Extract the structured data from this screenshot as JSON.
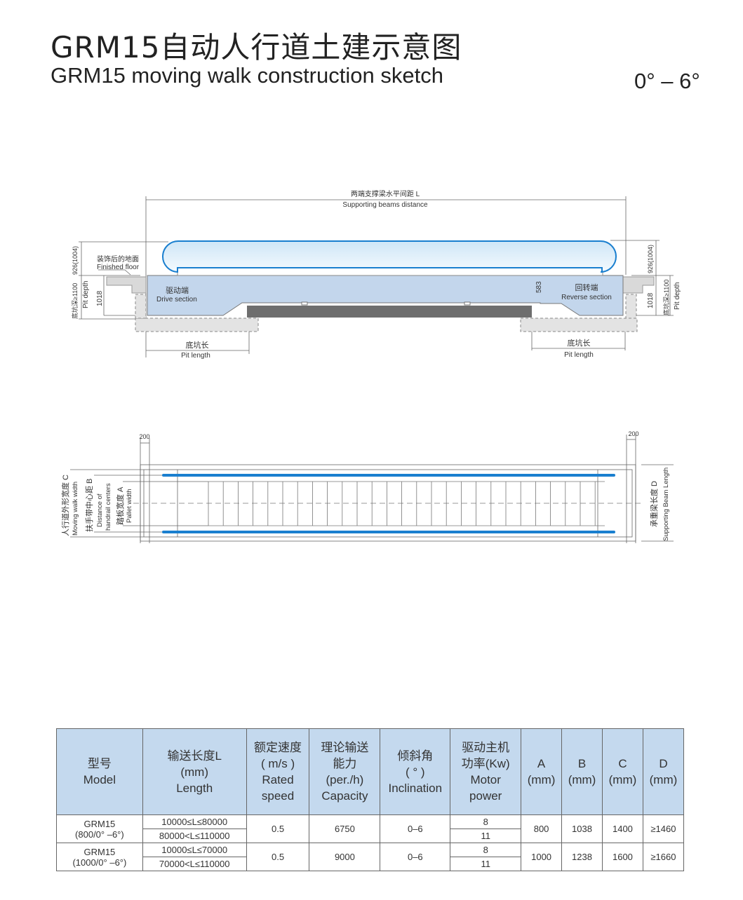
{
  "header": {
    "title_cn": "GRM15自动人行道土建示意图",
    "title_en": "GRM15 moving walk construction sketch",
    "angle_range": "0° – 6°"
  },
  "side_view": {
    "supporting_cn": "两端支撑梁水平间距 L",
    "supporting_en": "Supporting beams distance",
    "finished_cn": "装饰后的地面",
    "finished_en": "Finished floor",
    "height_dim": "926(1004)",
    "pit_depth_cn": "底坑深≥1100",
    "pit_depth_en": "Pit depth",
    "dim_1018": "1018",
    "dim_583": "583",
    "drive_cn": "驱动端",
    "drive_en": "Drive section",
    "reverse_cn": "回转端",
    "reverse_en": "Reverse section",
    "pit_len_cn": "底坑长",
    "pit_len_en": "Pit length"
  },
  "plan_view": {
    "dim_200": "200",
    "width_c_cn": "人行道外形宽度 C",
    "width_c_en": "Moving walk width",
    "handrail_b_cn": "扶手带中心距 B",
    "handrail_b_en1": "Distance of",
    "handrail_b_en2": "handrail centers",
    "pallet_a_cn": "踏板宽度 A",
    "pallet_a_en": "Pallet width",
    "beam_d_cn": "承重梁长度 D",
    "beam_d_en": "Supporting Beam Length"
  },
  "table": {
    "headers": [
      [
        "型号",
        "Model"
      ],
      [
        "输送长度L",
        "(mm)",
        "Length"
      ],
      [
        "额定速度",
        "( m/s )",
        "Rated",
        "speed"
      ],
      [
        "理论输送",
        "能力",
        "(per./h)",
        "Capacity"
      ],
      [
        "倾斜角",
        "( ° )",
        "Inclination"
      ],
      [
        "驱动主机",
        "功率(Kw)",
        "Motor",
        "power"
      ],
      [
        "A",
        "(mm)"
      ],
      [
        "B",
        "(mm)"
      ],
      [
        "C",
        "(mm)"
      ],
      [
        "D",
        "(mm)"
      ]
    ],
    "rows": [
      {
        "model1": "GRM15",
        "model2": "(800/0° –6°)",
        "len1": "10000≤L≤80000",
        "len2": "80000<L≤110000",
        "speed": "0.5",
        "capacity": "6750",
        "incl": "0–6",
        "power1": "8",
        "power2": "11",
        "a": "800",
        "b": "1038",
        "c": "1400",
        "d": "≥1460"
      },
      {
        "model1": "GRM15",
        "model2": "(1000/0° –6°)",
        "len1": "10000≤L≤70000",
        "len2": "70000<L≤110000",
        "speed": "0.5",
        "capacity": "9000",
        "incl": "0–6",
        "power1": "8",
        "power2": "11",
        "a": "1000",
        "b": "1238",
        "c": "1600",
        "d": "≥1660"
      }
    ]
  }
}
